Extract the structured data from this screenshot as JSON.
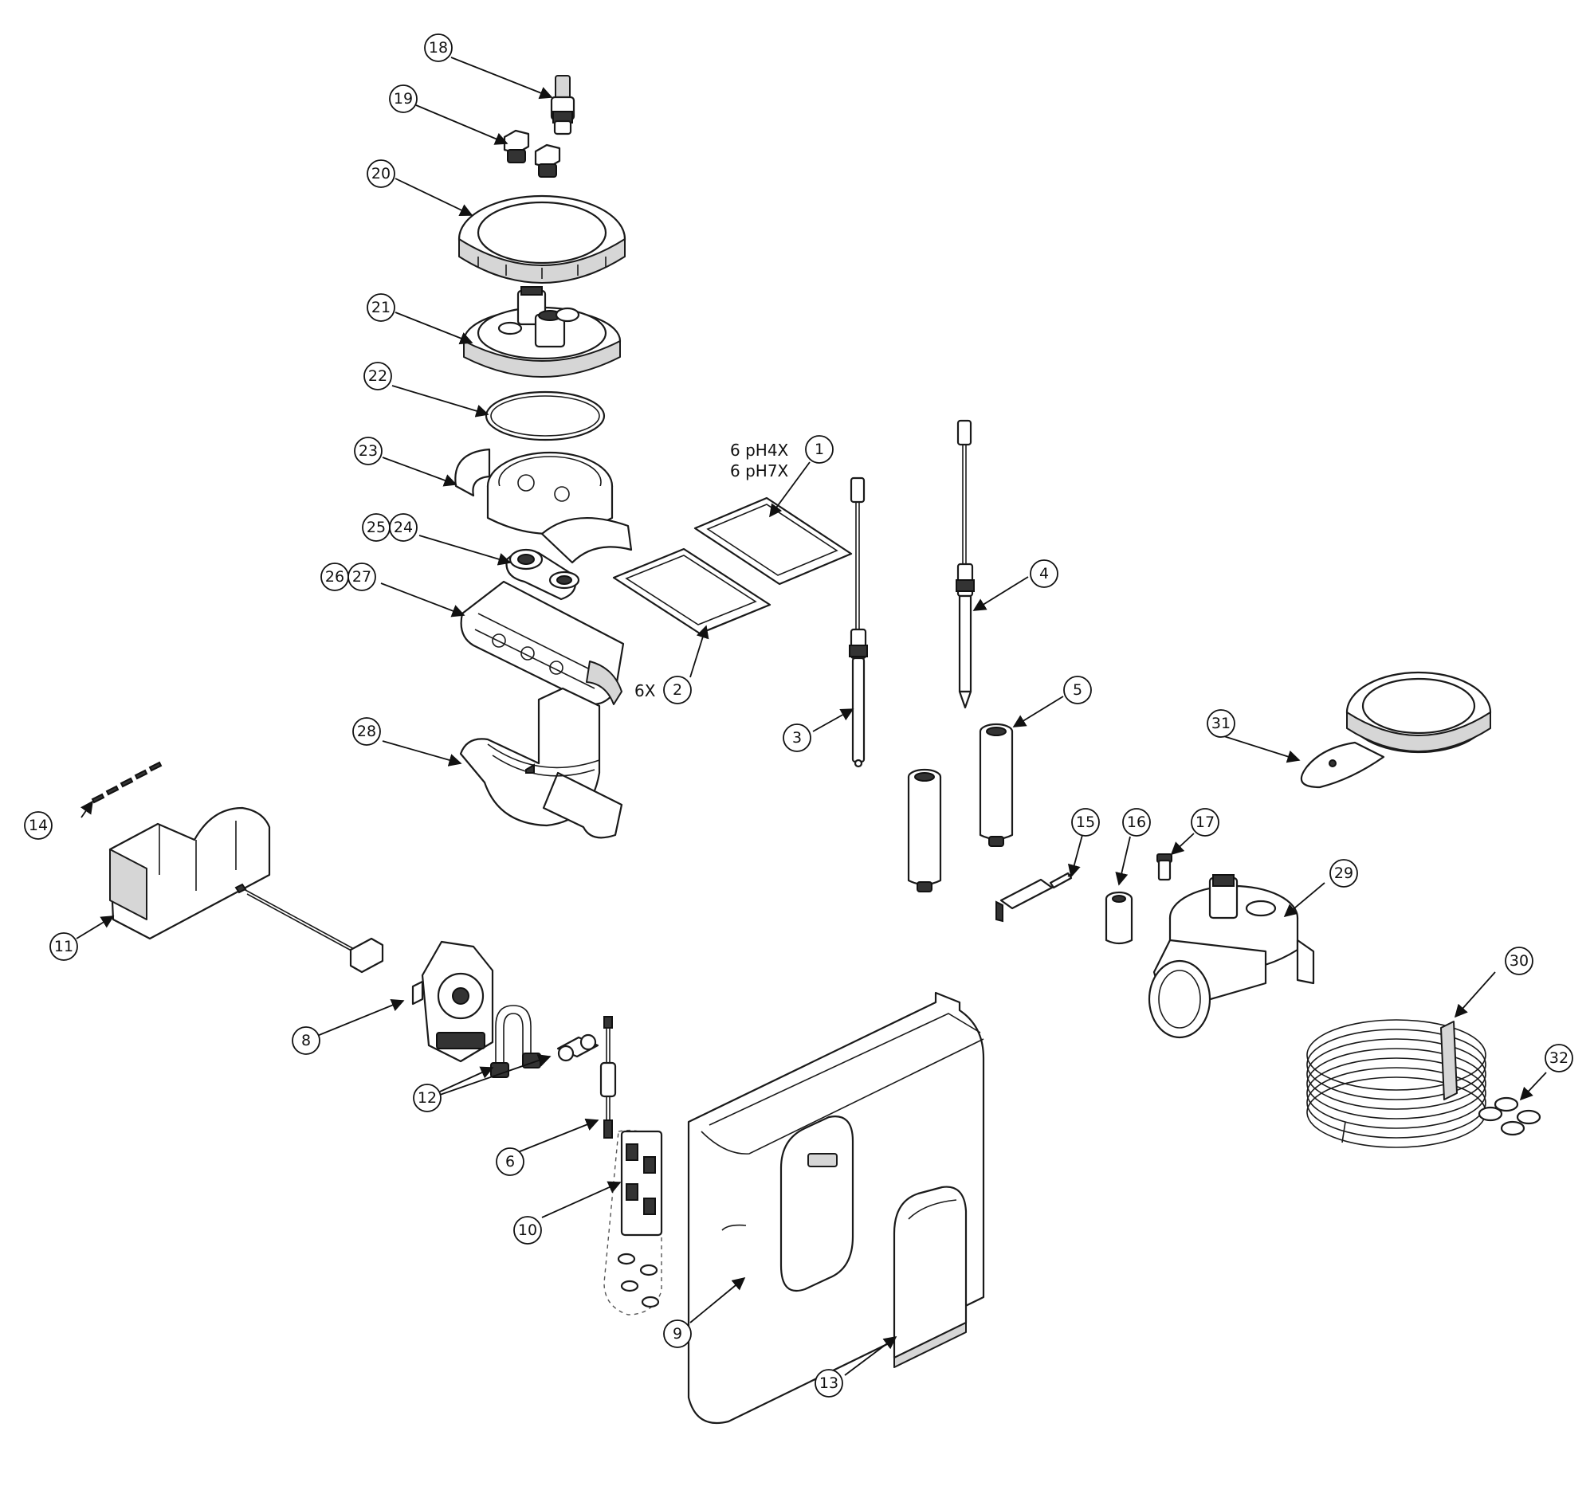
{
  "callouts": {
    "c1": "1",
    "c2": "2",
    "c3": "3",
    "c4": "4",
    "c5": "5",
    "c6": "6",
    "c8": "8",
    "c9": "9",
    "c10": "10",
    "c11": "11",
    "c12": "12",
    "c13": "13",
    "c14": "14",
    "c15": "15",
    "c16": "16",
    "c17": "17",
    "c18": "18",
    "c19": "19",
    "c20": "20",
    "c21": "21",
    "c22": "22",
    "c23": "23",
    "c24": "24",
    "c25": "25",
    "c26": "26",
    "c27": "27",
    "c28": "28",
    "c29": "29",
    "c30": "30",
    "c31": "31",
    "c32": "32"
  },
  "notes": {
    "ph4": "6 pH4X",
    "ph7": "6 pH7X",
    "qty_6x": "6X"
  }
}
